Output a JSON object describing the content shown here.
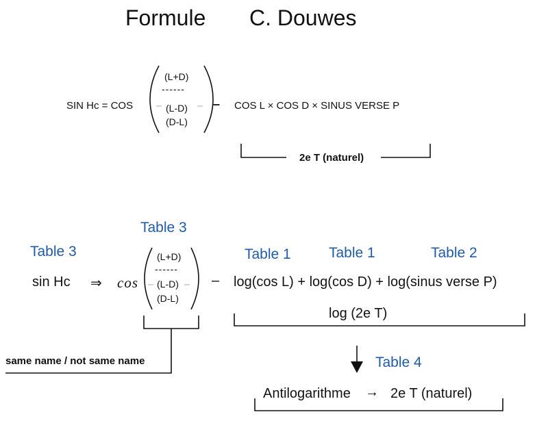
{
  "title": {
    "left": "Formule",
    "right": "C. Douwes"
  },
  "formula1": {
    "lhs": "SIN Hc = COS",
    "top": "(L+D)",
    "dashes": "------",
    "mid": "(L-D)",
    "bot": "(D-L)",
    "minus": "–",
    "rhs": "COS L × COS D × SINUS VERSE P",
    "bracket_label": "2e T (naturel)"
  },
  "formula2": {
    "table3_above": "Table 3",
    "table3_left": "Table 3",
    "table1_a": "Table 1",
    "table1_b": "Table 1",
    "table2": "Table 2",
    "lhs": "sin Hc",
    "arrow": "⇒",
    "cos": "cos",
    "top": "(L+D)",
    "dashes": "------",
    "mid": "(L-D)",
    "bot": "(D-L)",
    "minus": "–",
    "rhs": "log(cos L) + log(cos D) + log(sinus verse P)",
    "log_label": "log (2e T)",
    "same_name": "same name / not same name",
    "table4": "Table 4",
    "antilog": "Antilogarithme",
    "antilog_arrow": "→",
    "antilog_result": "2e T (naturel)"
  }
}
